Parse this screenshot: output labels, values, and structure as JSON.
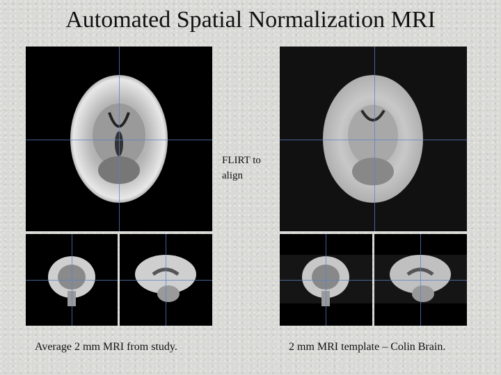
{
  "title": "Automated Spatial Normalization MRI",
  "left_caption": "Average 2 mm MRI from study.",
  "right_caption": "2 mm MRI template – Colin Brain.",
  "arrow_note_line1": "FLIRT to",
  "arrow_note_line2": "align"
}
